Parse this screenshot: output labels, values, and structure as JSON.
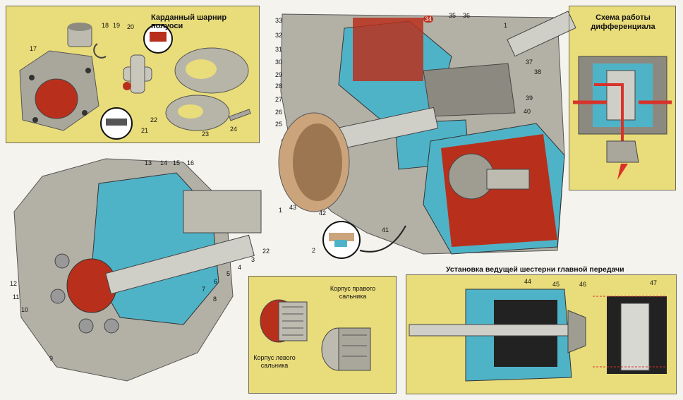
{
  "panels": {
    "cv_joint": {
      "title": "Карданный шарнир полуоси"
    },
    "differential": {
      "title": "Схема работы дифференциала"
    },
    "seals": {
      "left_seal": "Корпус левого сальника",
      "right_seal": "Корпус правого сальника"
    },
    "drive_gear": {
      "title": "Установка ведущей шестерни главной передачи"
    }
  },
  "callouts": [
    "1",
    "2",
    "3",
    "4",
    "5",
    "6",
    "7",
    "8",
    "9",
    "10",
    "11",
    "12",
    "13",
    "14",
    "15",
    "16",
    "17",
    "18",
    "19",
    "20",
    "21",
    "22",
    "22",
    "23",
    "24",
    "25",
    "26",
    "27",
    "28",
    "29",
    "30",
    "31",
    "32",
    "33",
    "34",
    "35",
    "36",
    "37",
    "38",
    "39",
    "40",
    "41",
    "42",
    "43",
    "44",
    "45",
    "46",
    "47",
    "1"
  ],
  "colors": {
    "housing_gray": "#9a9990",
    "cutaway_blue": "#4fb3c8",
    "red_section": "#b8301c",
    "panel_yellow": "#e9dc7a",
    "arrow_red": "#d8322a"
  }
}
